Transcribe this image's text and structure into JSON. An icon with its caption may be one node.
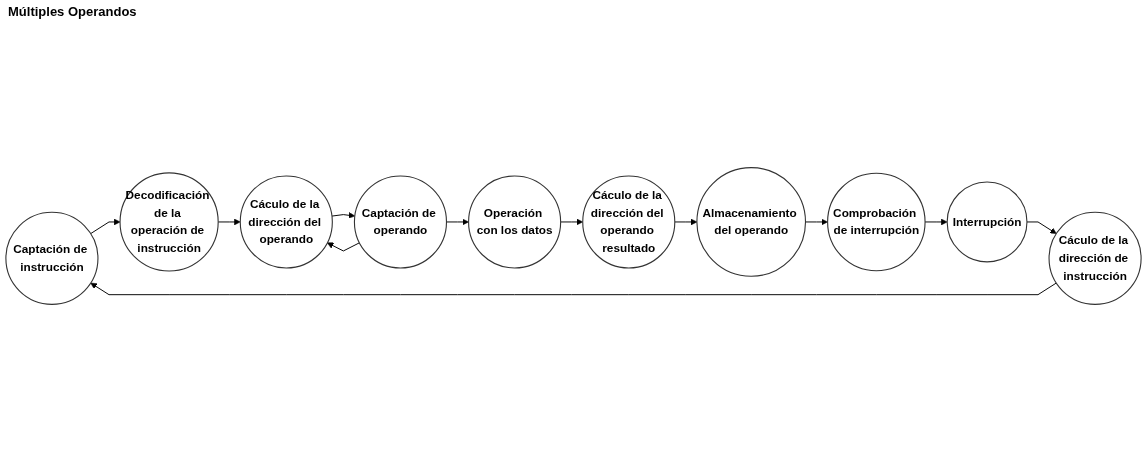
{
  "diagram": {
    "nodes": [
      {
        "text": [
          "Captación de instrucción"
        ]
      },
      {
        "text": [
          "Captación de operando"
        ]
      },
      {
        "text": [
          "Almacenamiento del operando"
        ]
      },
      {
        "text": [
          "Cáculo de la dirección de instrucción"
        ]
      },
      {
        "text": [
          "Decodificación de la operación de instrucción"
        ]
      },
      {
        "text": [
          "Cáculo de la dirección del operando"
        ]
      },
      {
        "text": [
          "Operación con los datos"
        ]
      },
      {
        "text": [
          "Cáculo de la dirección del operando resultado"
        ]
      },
      {
        "text": [
          "Comprobación de interrupción"
        ]
      },
      {
        "text": [
          "Interrupción"
        ]
      }
    ],
    "edges": [
      {
        "from": 3,
        "to": 0,
        "arrow": "to"
      },
      {
        "from": 0,
        "to": 4,
        "arrow": "to"
      },
      {
        "from": 4,
        "to": 5,
        "arrow": "to"
      },
      {
        "from": 5,
        "to": 1,
        "arrow": "to"
      },
      {
        "from": 1,
        "to": 5,
        "arrow": "to"
      },
      {
        "from": 1,
        "to": 6,
        "arrow": "to"
      },
      {
        "from": 6,
        "to": 7,
        "arrow": "to"
      },
      {
        "from": 7,
        "to": 2,
        "arrow": "to"
      },
      {
        "from": 2,
        "to": 8,
        "arrow": "to"
      },
      {
        "from": 8,
        "to": 9,
        "arrow": "to"
      },
      {
        "from": 9,
        "to": 3,
        "arrow": "to"
      }
    ],
    "labels": [
      "Múltiples Operandos"
    ]
  }
}
